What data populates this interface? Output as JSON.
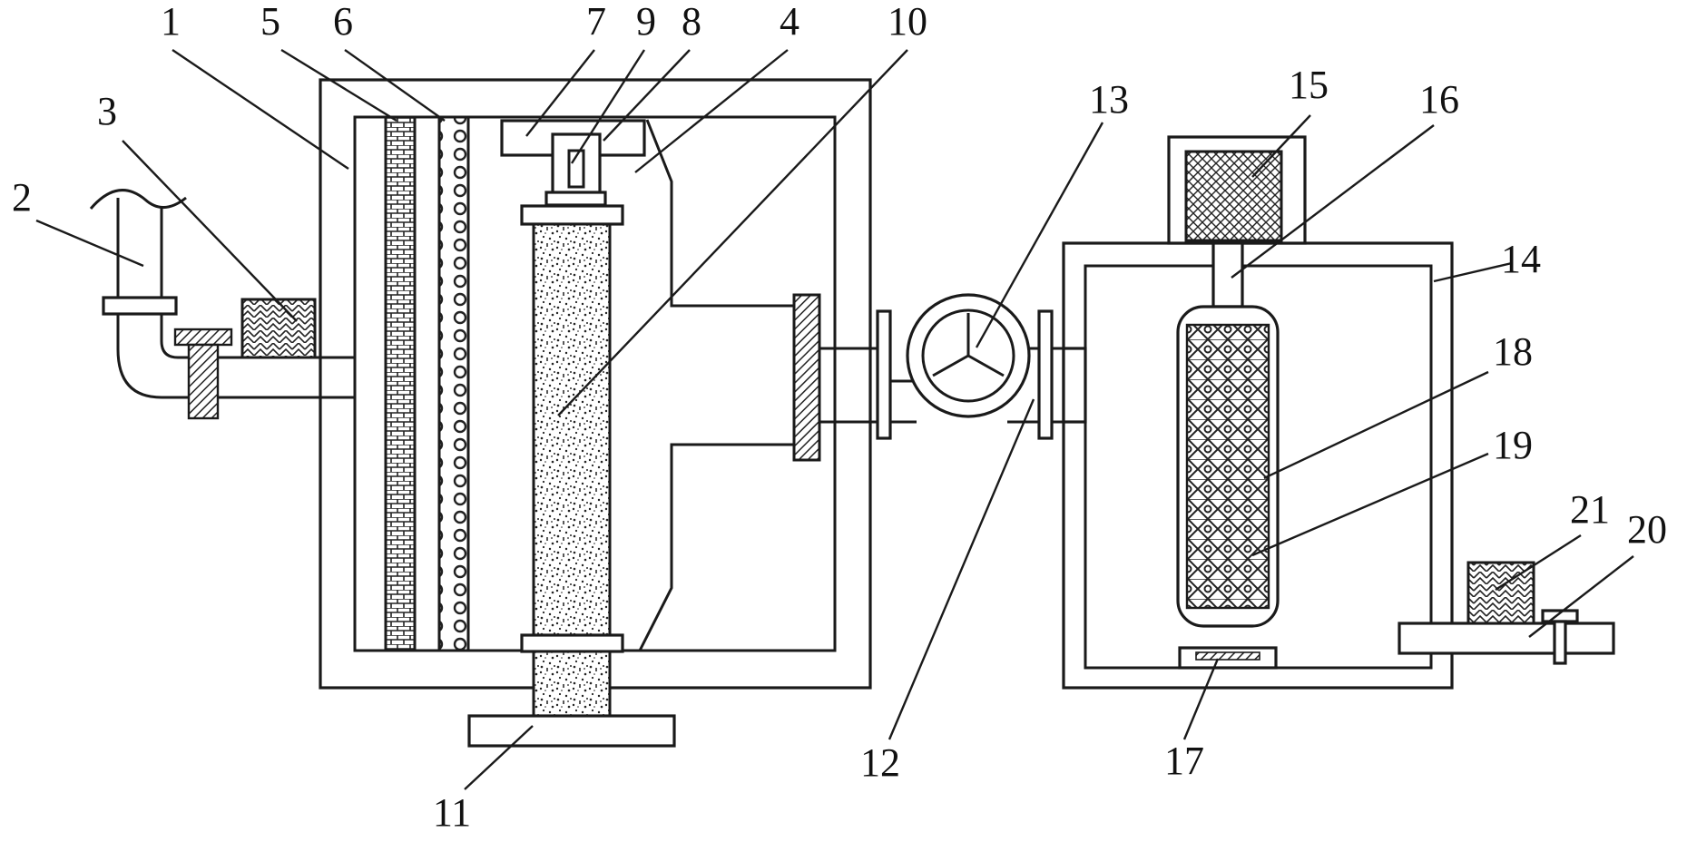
{
  "figure": {
    "labels": [
      "1",
      "2",
      "3",
      "4",
      "5",
      "6",
      "7",
      "8",
      "9",
      "10",
      "11",
      "12",
      "13",
      "14",
      "15",
      "16",
      "17",
      "18",
      "19",
      "20",
      "21"
    ]
  },
  "colors": {
    "line": "#1a1a1a",
    "background": "#ffffff"
  }
}
